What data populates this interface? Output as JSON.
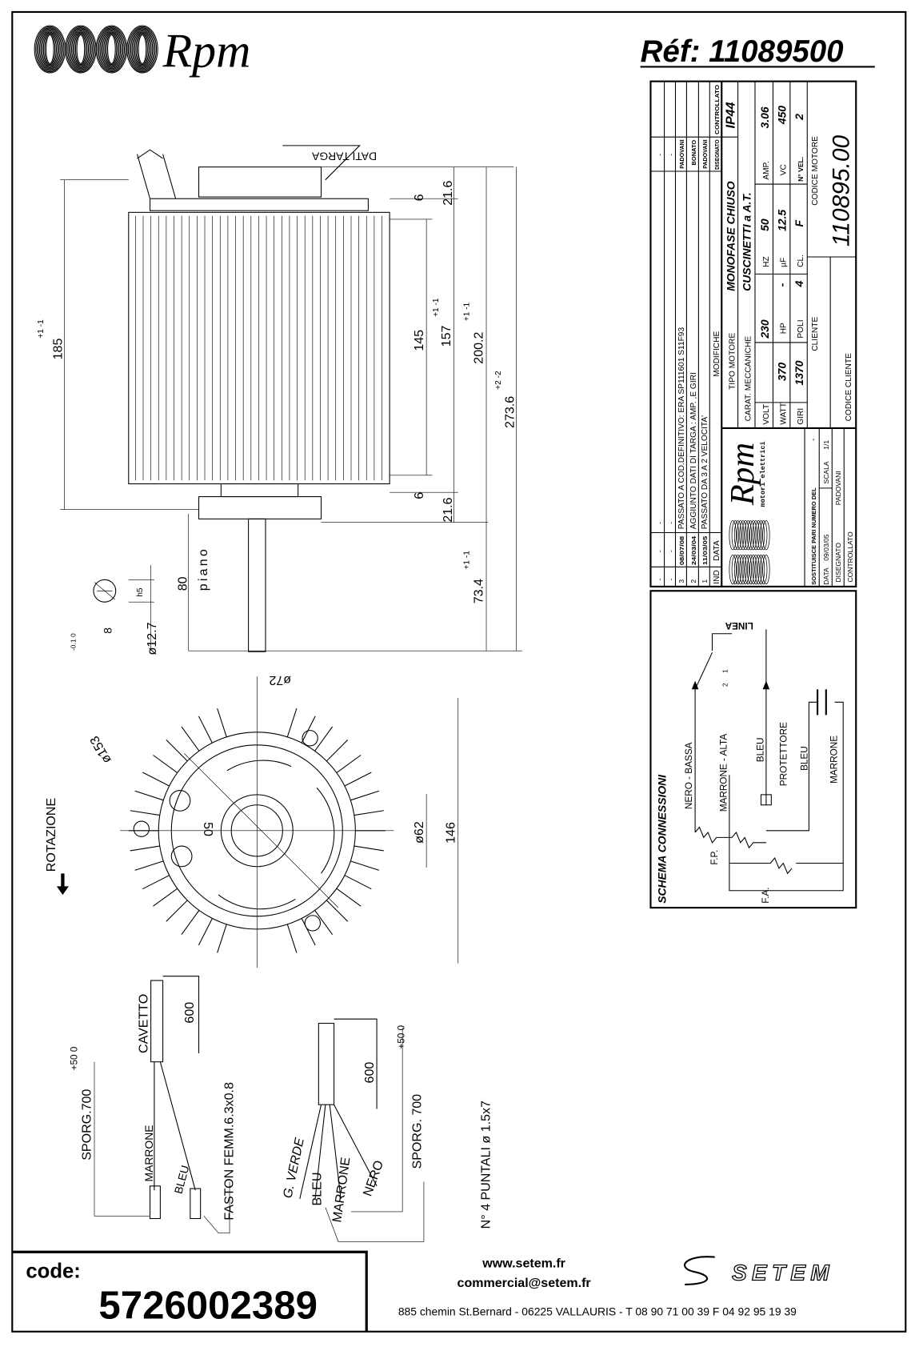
{
  "header": {
    "brand": "Rpm",
    "reference": "Réf:  11089500"
  },
  "title_block": {
    "revisions": [
      {
        "ind": "-",
        "data": "-",
        "modifiche": "-",
        "disegnato": "-"
      },
      {
        "ind": "-",
        "data": "-",
        "modifiche": "-",
        "disegnato": "-"
      },
      {
        "ind": "3",
        "data": "08/07/08",
        "modifiche": "PASSATO A COD.DEFINITIVO: ERA SP111601 S11F93",
        "disegnato": "PADOVANI"
      },
      {
        "ind": "2",
        "data": "24/03/04",
        "modifiche": "AGGIUNTO DATI DI TARGA : AMP. ,E GIRI",
        "disegnato": "BONATO"
      },
      {
        "ind": "1",
        "data": "11/03/05",
        "modifiche": "PASSATO DA 3 A 2 VELOCITA'",
        "disegnato": "PADOVANI"
      }
    ],
    "rev_headers": {
      "ind": "IND",
      "data": "DATA",
      "modifiche": "MODIFICHE",
      "disegnato": "DISEGNATO",
      "controllato": "CONTROLLATO"
    },
    "tipo_motore_label": "TIPO MOTORE",
    "tipo_motore": "MONOFASE CHIUSO",
    "protection": "IP44",
    "carat_label": "CARAT. MECCANICHE",
    "carat": "CUSCINETTI a A.T.",
    "specs": [
      {
        "label": "VOLT",
        "value": "230"
      },
      {
        "label": "HZ",
        "value": "50"
      },
      {
        "label": "AMP.",
        "value": "3.06"
      },
      {
        "label": "WATT",
        "value": "370"
      },
      {
        "label": "HP",
        "value": "-"
      },
      {
        "label": "µF",
        "value": "12.5"
      },
      {
        "label": "VC",
        "value": "450"
      },
      {
        "label": "GIRI",
        "value": "1370"
      },
      {
        "label": "POLI",
        "value": "4"
      },
      {
        "label": "CL.",
        "value": "F"
      },
      {
        "label": "N° VEL.",
        "value": "2"
      }
    ],
    "codice_motore_label": "CODICE MOTORE",
    "codice_motore": "110895.00",
    "cliente_label": "CLIENTE",
    "codice_cliente_label": "CODICE CLIENTE",
    "logo_brand": "Rpm",
    "logo_sub": "motori elettrici",
    "sostituisce_label": "SOSTITUISCE PARI NUMERO DEL",
    "sostituisce_value": "-",
    "data_label": "DATA",
    "data_value": "09/03/05",
    "scala_label": "SCALA",
    "scala_value": "1/1",
    "disegnato_label": "DISEGNATO",
    "disegnato_value": "PADOVANI",
    "controllato_label": "CONTROLLATO"
  },
  "drawing": {
    "dati_targa": "DATI TARGA",
    "dims": {
      "d185": "185",
      "d185_tol": "+1 -1",
      "d145": "145",
      "d157": "157",
      "d157_tol": "+1 -1",
      "d200": "200.2",
      "d200_tol": "+1 -1",
      "d273": "273.6",
      "d273_tol": "+2 -2",
      "d21_top": "21.6",
      "d21_bot": "21.6",
      "d6_top": "6",
      "d6_bot": "6",
      "d80": "80",
      "piano": "piano",
      "d73": "73.4",
      "d73_tol": "+1 -1",
      "h5": "h5",
      "shaft_dia": "ø12.7",
      "flat": "8",
      "flat_tol": "-0.1 0",
      "d72": "ø72",
      "d153": "ø153",
      "d50": "50",
      "d62": "ø62",
      "d146": "146"
    },
    "rotazione": "ROTAZIONE"
  },
  "wiring": {
    "left": {
      "cavetto": "CAVETTO",
      "len": "600",
      "sporg": "SPORG.700",
      "sporg_tol": "+50 0",
      "wires": [
        "MARRONE",
        "BLEU"
      ],
      "faston": "FASTON FEMM.6.3x0.8"
    },
    "right": {
      "len": "600",
      "sporg": "SPORG. 700",
      "sporg_tol": "+50 0",
      "wires": [
        "G. VERDE",
        "BLEU",
        "MARRONE",
        "NERO"
      ],
      "puntali": "N° 4 PUNTALI ø 1.5x7"
    }
  },
  "schema": {
    "title": "SCHEMA CONNESSIONI",
    "linea": "LINEA",
    "pos1": "1",
    "pos2": "2",
    "labels": [
      "NERO - BASSA",
      "MARRONE - ALTA",
      "BLEU",
      "PROTETTORE",
      "BLEU",
      "MARRONE"
    ],
    "fp": "F.P.",
    "fa": "F.A."
  },
  "footer": {
    "code_label": "code:",
    "code": "5726002389",
    "website": "www.setem.fr",
    "email": "commercial@setem.fr",
    "address": "885 chemin St.Bernard  -  06225 VALLAURIS  -  T 08 90 71 00 39   F 04 92 95 19 39",
    "company_logo": "SETEM"
  },
  "watermark": [
    "www.setem.fr",
    "SETEM",
    "commercial@setem.fr"
  ]
}
